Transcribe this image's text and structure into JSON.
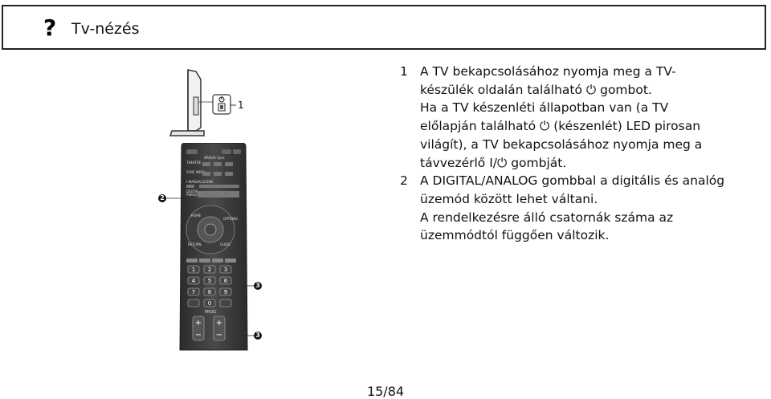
{
  "header": {
    "icon_glyph": "?",
    "title": "Tv-nézés"
  },
  "illustration": {
    "tv_callout": "1",
    "remote_callouts": [
      "2",
      "3",
      "3"
    ],
    "remote": {
      "top_labels": [
        "BRAVIA Sync",
        "THEATRE",
        "SYNC MENU",
        "I-MANUAL",
        "SCENE",
        "DIGITAL",
        "ANALOG"
      ],
      "nav_labels": [
        "HOME",
        "OPTIONS",
        "RETURN",
        "GUIDE"
      ],
      "keypad": [
        "1",
        "2",
        "3",
        "4",
        "5",
        "6",
        "7",
        "8",
        "9",
        "0"
      ],
      "prog_label": "PROG"
    }
  },
  "instructions": {
    "step1": {
      "number": "1",
      "lines": [
        "A TV bekapcsolásához nyomja meg a TV-",
        "készülék oldalán található ⏻ gombot.",
        "Ha a TV készenléti állapotban van (a TV",
        "előlapján található ⏻ (készenlét) LED pirosan",
        "világít), a TV bekapcsolásához nyomja meg a",
        "távvezérlő I/⏻ gombját."
      ]
    },
    "step2": {
      "number": "2",
      "lines": [
        "A DIGITAL/ANALOG gombbal a digitális és analóg",
        "üzemód között lehet váltani.",
        "A rendelkezésre álló csatornák száma az",
        "üzemmódtól függően változik."
      ]
    }
  },
  "footer": {
    "page_number": "15/84"
  }
}
